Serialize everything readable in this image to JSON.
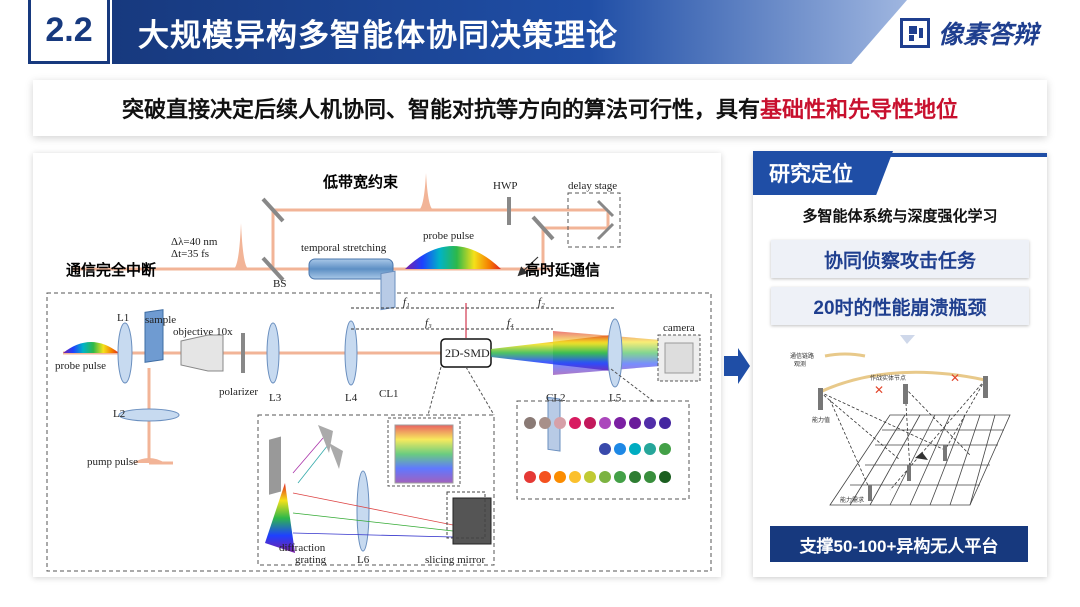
{
  "header": {
    "section_number": "2.2",
    "title": "大规模异构多智能体协同决策理论",
    "brand": "像素答辩"
  },
  "subtitle": {
    "text_main": "突破直接决定后续人机协同、智能对抗等方向的算法可行性，具有",
    "text_highlight": "基础性和先导性地位"
  },
  "diagram": {
    "cn_labels": {
      "low_bandwidth": "低带宽约束",
      "comm_interrupt": "通信完全中断",
      "high_latency": "高时延通信"
    },
    "en_labels": {
      "hwp": "HWP",
      "delay_stage": "delay stage",
      "delta_lambda": "Δλ=40 nm",
      "delta_t": "Δt=35 fs",
      "temporal_stretching": "temporal stretching",
      "probe_pulse_top": "probe pulse",
      "bs": "BS",
      "f1": "f₁",
      "f2": "f₂",
      "f3": "f₃",
      "f4": "f₄",
      "l1": "L1",
      "sample": "sample",
      "objective": "objective 10x",
      "probe_pulse_left": "probe pulse",
      "polarizer": "polarizer",
      "l3": "L3",
      "l4": "L4",
      "cl1": "CL1",
      "smd": "2D-SMD",
      "cl2": "CL2",
      "l5": "L5",
      "camera": "camera",
      "l2": "L2",
      "pump_pulse": "pump pulse",
      "diffraction": "diffraction",
      "grating": "grating",
      "l6": "L6",
      "slicing_mirror": "slicing mirror"
    }
  },
  "research": {
    "tab_label": "研究定位",
    "subtitle": "多智能体系统与深度强化学习",
    "goal_1": "协同侦察攻击任务",
    "goal_2": "20时的性能崩溃瓶颈",
    "support": "支撑50-100+异构无人平台",
    "scene_labels": {
      "comm_link": "通信链路",
      "observe": "观测",
      "node": "作战实体节点",
      "capability": "能力值",
      "demand": "能力需求"
    }
  },
  "colors": {
    "navy": "#17397e",
    "blue": "#1f4ea6",
    "red": "#c8102e",
    "beam": "#f2b497"
  }
}
